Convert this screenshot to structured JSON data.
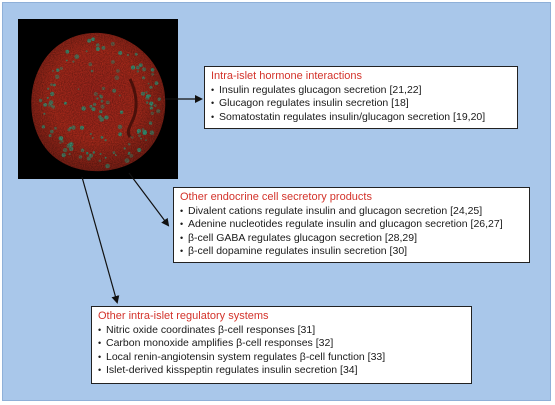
{
  "colors": {
    "background": "#a9c7ea",
    "heading": "#d3332b",
    "arrow": "#111111",
    "tissue_red": "#c8281d",
    "tissue_green": "#3fae8a"
  },
  "micrograph": {
    "icon": "pancreatic-islet-micrograph"
  },
  "boxes": [
    {
      "heading": "Intra-islet hormone interactions",
      "items": [
        "Insulin regulates glucagon secretion [21,22]",
        "Glucagon regulates insulin secretion [18]",
        "Somatostatin regulates insulin/glucagon secretion [19,20]"
      ]
    },
    {
      "heading": "Other endocrine cell secretory products",
      "items": [
        "Divalent cations regulate insulin and glucagon secretion [24,25]",
        "Adenine nucleotides regulate insulin and glucagon secretion [26,27]",
        "β-cell GABA regulates glucagon secretion [28,29]",
        "β-cell dopamine regulates insulin secretion [30]"
      ]
    },
    {
      "heading": "Other intra-islet regulatory systems",
      "items": [
        "Nitric oxide coordinates β-cell responses [31]",
        "Carbon monoxide amplifies β-cell responses [32]",
        "Local renin-angiotensin system regulates β-cell function [33]",
        "Islet-derived kisspeptin regulates insulin secretion [34]"
      ]
    }
  ]
}
